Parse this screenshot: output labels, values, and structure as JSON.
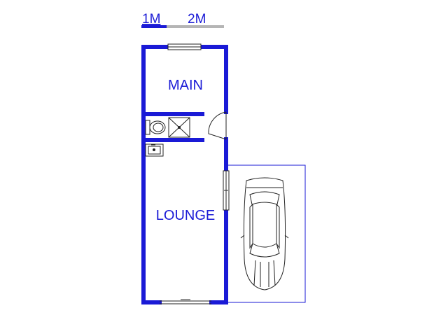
{
  "scale_bar": {
    "label_1": "1M",
    "label_2": "2M"
  },
  "rooms": {
    "main": "MAIN",
    "lounge": "LOUNGE"
  },
  "colors": {
    "wall": "#1a1ad6",
    "line": "#222222",
    "scale_grey": "#b5b5b5",
    "background": "#ffffff"
  },
  "icons": [
    "toilet-icon",
    "shower-icon",
    "basin-icon",
    "car-icon",
    "door-swing-icon",
    "window-icon",
    "sliding-door-icon"
  ]
}
